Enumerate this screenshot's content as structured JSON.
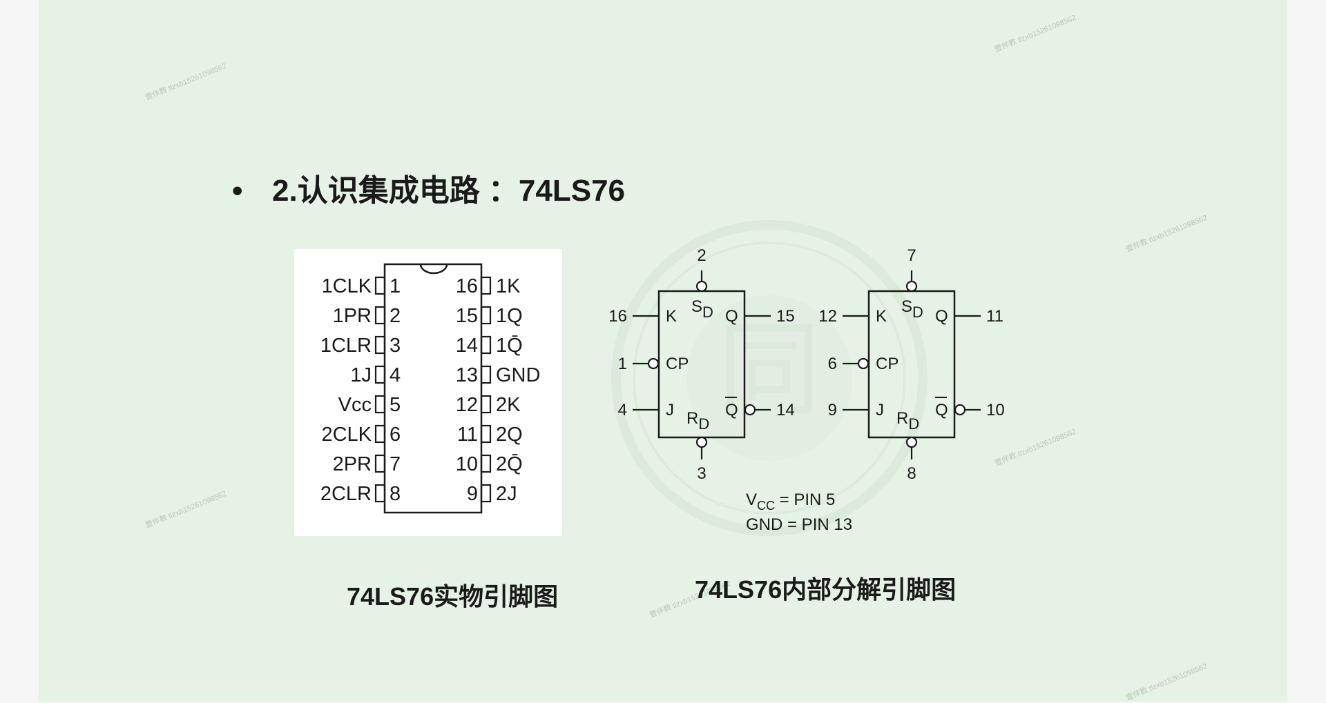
{
  "heading": {
    "bullet": "•",
    "text": "2.认识集成电路 ：74LS76"
  },
  "pinout": {
    "left_pins": [
      {
        "name": "1CLK",
        "num": "1"
      },
      {
        "name": "1PR",
        "num": "2"
      },
      {
        "name": "1CLR",
        "num": "3"
      },
      {
        "name": "1J",
        "num": "4"
      },
      {
        "name": "Vcc",
        "num": "5"
      },
      {
        "name": "2CLK",
        "num": "6"
      },
      {
        "name": "2PR",
        "num": "7"
      },
      {
        "name": "2CLR",
        "num": "8"
      }
    ],
    "right_pins": [
      {
        "num": "16",
        "name": "1K"
      },
      {
        "num": "15",
        "name": "1Q"
      },
      {
        "num": "14",
        "name": "1Q̄"
      },
      {
        "num": "13",
        "name": "GND"
      },
      {
        "num": "12",
        "name": "2K"
      },
      {
        "num": "11",
        "name": "2Q"
      },
      {
        "num": "10",
        "name": "2Q̄"
      },
      {
        "num": "9",
        "name": "2J"
      }
    ]
  },
  "internal": {
    "ff1": {
      "sd": "2",
      "rd": "3",
      "k": "16",
      "cp": "1",
      "j": "4",
      "q": "15",
      "qbar": "14"
    },
    "ff2": {
      "sd": "7",
      "rd": "8",
      "k": "12",
      "cp": "6",
      "j": "9",
      "q": "11",
      "qbar": "10"
    },
    "labels": {
      "k": "K",
      "cp": "CP",
      "j": "J",
      "q": "Q",
      "qbar": "Q",
      "s": "S",
      "r": "R",
      "sub": "D"
    },
    "power_note_1": {
      "prefix": "V",
      "sub": "CC",
      "rest": " = PIN 5"
    },
    "power_note_2": "GND = PIN 13"
  },
  "captions": {
    "left": "74LS76实物引脚图",
    "right": "74LS76内部分解引脚图"
  },
  "colors": {
    "slide_bg": "#e6f2e6",
    "page_bg": "#f4f5f4",
    "ink": "#1a1a1a"
  }
}
